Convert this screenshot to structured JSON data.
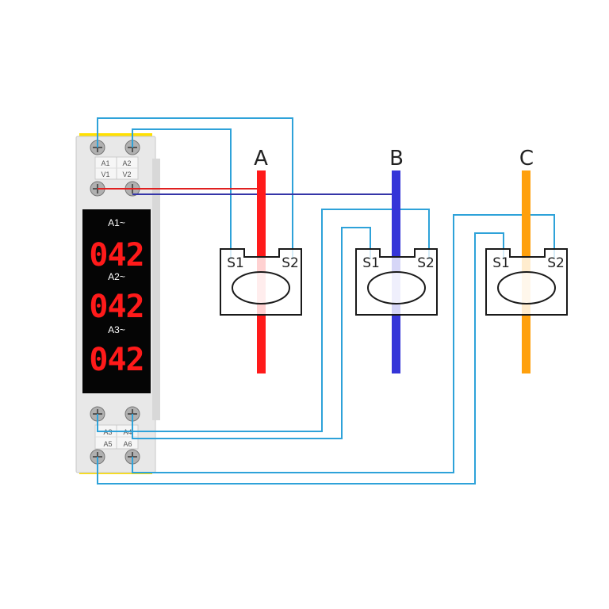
{
  "phases": [
    {
      "label": "A",
      "color": "#ff1a1a"
    },
    {
      "label": "B",
      "color": "#3535d8"
    },
    {
      "label": "C",
      "color": "#ffa00c"
    }
  ],
  "meter": {
    "top_terminals": [
      "A1",
      "A2",
      "V1",
      "V2"
    ],
    "bottom_terminals": [
      "A3",
      "A4",
      "A5",
      "A6"
    ],
    "displays": [
      {
        "label": "A1~",
        "value": "042"
      },
      {
        "label": "A2~",
        "value": "042"
      },
      {
        "label": "A3~",
        "value": "042"
      }
    ]
  },
  "ct": {
    "s1": "S1",
    "s2": "S2"
  },
  "colors": {
    "wire": "#2ea2d9",
    "meter_body": "#e8e8e8",
    "screen": "#050505",
    "din_clip": "#ffe000"
  }
}
